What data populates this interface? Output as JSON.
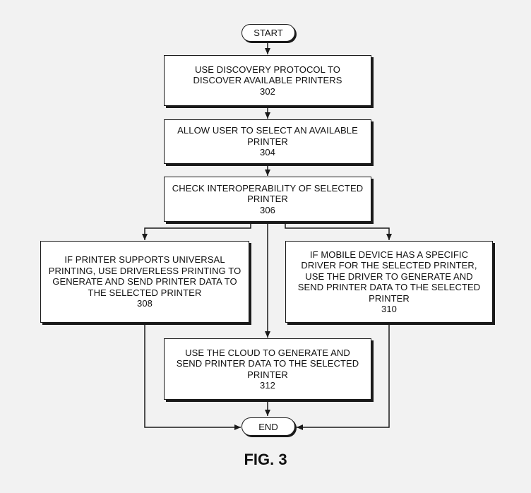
{
  "flowchart": {
    "start": "START",
    "end": "END",
    "steps": [
      {
        "lines": [
          "USE DISCOVERY PROTOCOL TO",
          "DISCOVER AVAILABLE PRINTERS"
        ],
        "ref": "302"
      },
      {
        "lines": [
          "ALLOW USER TO SELECT AN AVAILABLE",
          "PRINTER"
        ],
        "ref": "304"
      },
      {
        "lines": [
          "CHECK INTEROPERABILITY OF SELECTED",
          "PRINTER"
        ],
        "ref": "306"
      },
      {
        "lines": [
          "IF PRINTER SUPPORTS UNIVERSAL",
          "PRINTING, USE DRIVERLESS PRINTING TO",
          "GENERATE AND SEND PRINTER DATA TO",
          "THE SELECTED PRINTER"
        ],
        "ref": "308"
      },
      {
        "lines": [
          "IF MOBILE DEVICE HAS A SPECIFIC",
          "DRIVER FOR THE SELECTED PRINTER,",
          "USE THE DRIVER TO GENERATE AND",
          "SEND PRINTER DATA TO THE SELECTED",
          "PRINTER"
        ],
        "ref": "310"
      },
      {
        "lines": [
          "USE THE CLOUD TO GENERATE AND",
          "SEND PRINTER DATA TO THE SELECTED",
          "PRINTER"
        ],
        "ref": "312"
      }
    ]
  },
  "figure_label": "FIG. 3",
  "colors": {
    "background": "#f2f2f2",
    "box_fill": "#ffffff",
    "stroke": "#1a1a1a"
  }
}
